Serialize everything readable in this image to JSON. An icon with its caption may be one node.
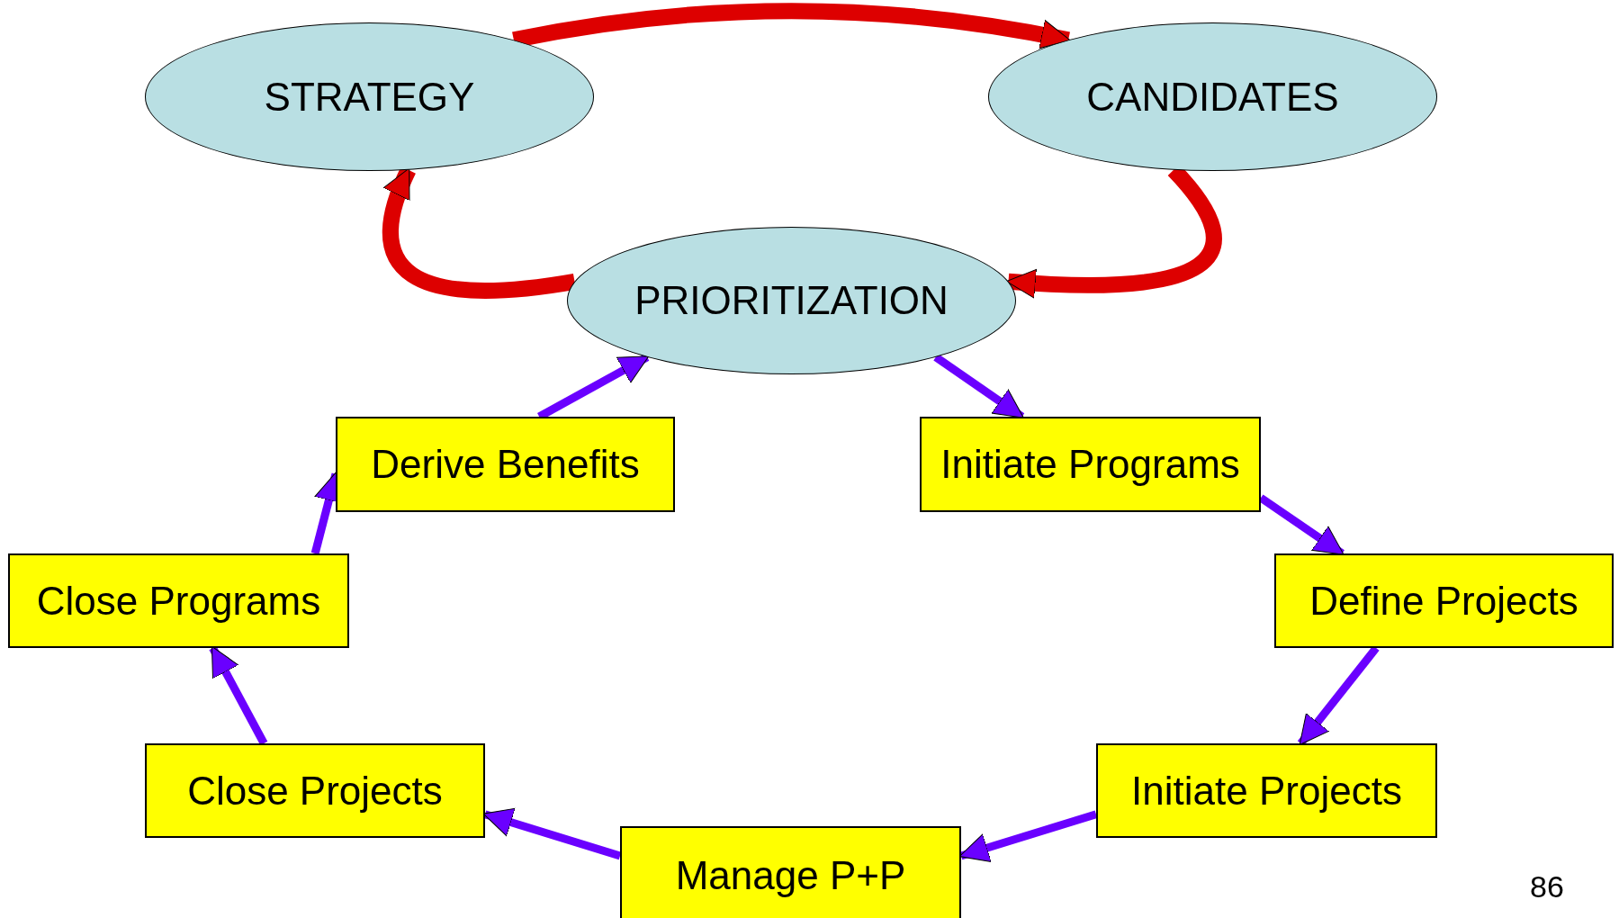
{
  "diagram": {
    "nodes": [
      {
        "text": [
          "STRATEGY"
        ]
      },
      {
        "text": [
          "CANDIDATES"
        ]
      },
      {
        "text": [
          "PRIORITIZATION"
        ]
      },
      {
        "text": [
          "Derive Benefits"
        ]
      },
      {
        "text": [
          "Initiate Programs"
        ]
      },
      {
        "text": [
          "Close Programs"
        ]
      },
      {
        "text": [
          "Define Projects"
        ]
      },
      {
        "text": [
          "Close Projects"
        ]
      },
      {
        "text": [
          "Initiate Projects"
        ]
      },
      {
        "text": [
          "Manage P+P"
        ]
      }
    ],
    "edges": [
      {
        "from": 0,
        "to": 1,
        "arrow": "to",
        "style": "thick",
        "color": "#dd0000"
      },
      {
        "from": 1,
        "to": 2,
        "arrow": "to",
        "style": "thick",
        "color": "#dd0000"
      },
      {
        "from": 2,
        "to": 0,
        "arrow": "to",
        "style": "thick",
        "color": "#dd0000"
      },
      {
        "from": 2,
        "to": 4,
        "arrow": "to"
      },
      {
        "from": 4,
        "to": 6,
        "arrow": "to"
      },
      {
        "from": 6,
        "to": 8,
        "arrow": "to"
      },
      {
        "from": 8,
        "to": 9,
        "arrow": "to"
      },
      {
        "from": 9,
        "to": 7,
        "arrow": "to"
      },
      {
        "from": 7,
        "to": 5,
        "arrow": "to"
      },
      {
        "from": 5,
        "to": 3,
        "arrow": "to"
      },
      {
        "from": 3,
        "to": 2,
        "arrow": "to"
      }
    ],
    "labels": [
      "86"
    ]
  }
}
